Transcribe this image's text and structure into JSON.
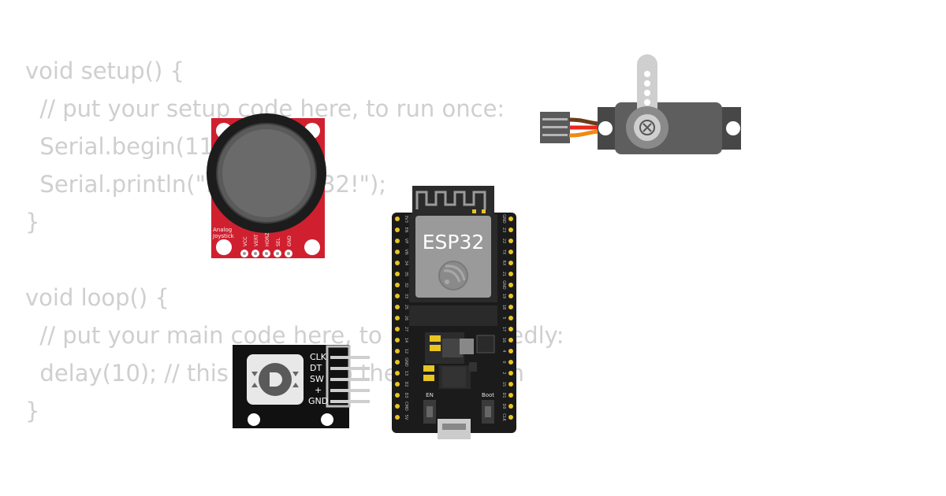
{
  "code_lines": [
    "void setup() {",
    "  // put your setup code here, to run once:",
    "  Serial.begin(115200);",
    "  Serial.println(\"Hello, ESP32!\");",
    "}",
    "",
    "void loop() {",
    "  // put your main code here, to run repeatedly:",
    "  delay(10); // this speeds up the simulation",
    "}"
  ],
  "joystick": {
    "brand_line1": "Analog",
    "brand_line2": "Joystick",
    "pins": [
      "VCC",
      "VERT",
      "HORZ",
      "SEL",
      "GND"
    ]
  },
  "esp32": {
    "label": "ESP32",
    "left_pins": [
      "3V3",
      "EN",
      "VP",
      "VN",
      "34",
      "35",
      "32",
      "33",
      "25",
      "26",
      "27",
      "14",
      "12",
      "GND",
      "13",
      "D2",
      "D3",
      "CMD",
      "5V"
    ],
    "right_pins": [
      "GND",
      "23",
      "22",
      "TX",
      "RX",
      "21",
      "GND",
      "19",
      "18",
      "5",
      "17",
      "16",
      "4",
      "0",
      "2",
      "15",
      "D1",
      "D0",
      "CLK"
    ],
    "en_label": "EN",
    "boot_label": "Boot"
  },
  "encoder": {
    "pins": [
      "CLK",
      "DT",
      "SW",
      "+",
      "GND"
    ]
  },
  "colors": {
    "code_text": "#cfcfcf",
    "joystick_board": "#d0202f",
    "esp32_board": "#1b1b1b",
    "esp32_shield": "#9a9a9a",
    "pin_gold": "#e8c521",
    "servo_body": "#5e5e5e",
    "servo_horn": "#cfcfcf",
    "encoder_board": "#111111"
  }
}
